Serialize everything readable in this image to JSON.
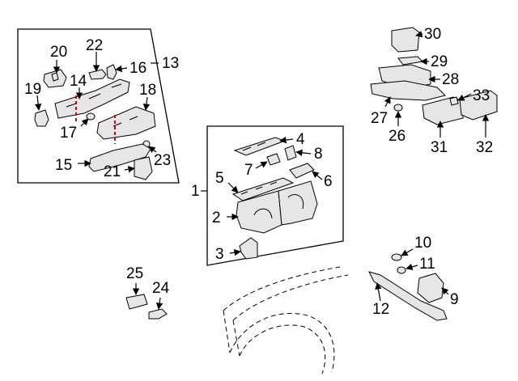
{
  "diagram": {
    "callouts": {
      "c1": "1",
      "c2": "2",
      "c3": "3",
      "c4": "4",
      "c5": "5",
      "c6": "6",
      "c7": "7",
      "c8": "8",
      "c9": "9",
      "c10": "10",
      "c11": "11",
      "c12": "12",
      "c13": "13",
      "c14": "14",
      "c15": "15",
      "c16": "16",
      "c17": "17",
      "c18": "18",
      "c19": "19",
      "c20": "20",
      "c21": "21",
      "c22": "22",
      "c23": "23",
      "c24": "24",
      "c25": "25",
      "c26": "26",
      "c27": "27",
      "c28": "28",
      "c29": "29",
      "c30": "30",
      "c31": "31",
      "c32": "32",
      "c33": "33"
    },
    "colors": {
      "line": "#000000",
      "part_fill": "#e6e6e6",
      "cut_marker": "#e00000"
    }
  }
}
